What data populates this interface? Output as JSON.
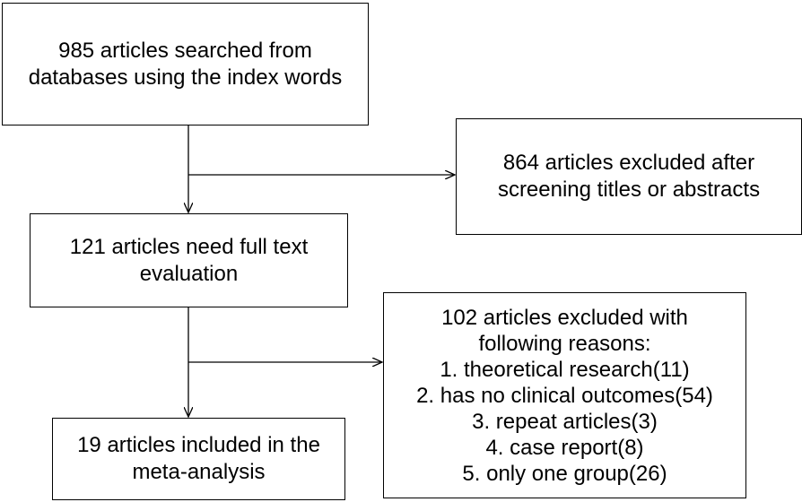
{
  "flowchart": {
    "search": {
      "lines": [
        "985 articles searched from",
        "databases using the index words"
      ]
    },
    "excluded_screening": {
      "lines": [
        "864 articles excluded after",
        "screening  titles or abstracts"
      ]
    },
    "full_text": {
      "lines": [
        "121 articles need full text",
        "evaluation"
      ]
    },
    "excluded_fulltext": {
      "lines": [
        "102 articles excluded with",
        "following reasons:",
        "1. theoretical research(11)",
        "2. has no clinical outcomes(54)",
        "3. repeat articles(3)",
        "4. case report(8)",
        "5. only one group(26)"
      ]
    },
    "included": {
      "lines": [
        "19 articles included in the",
        "meta-analysis"
      ]
    }
  }
}
